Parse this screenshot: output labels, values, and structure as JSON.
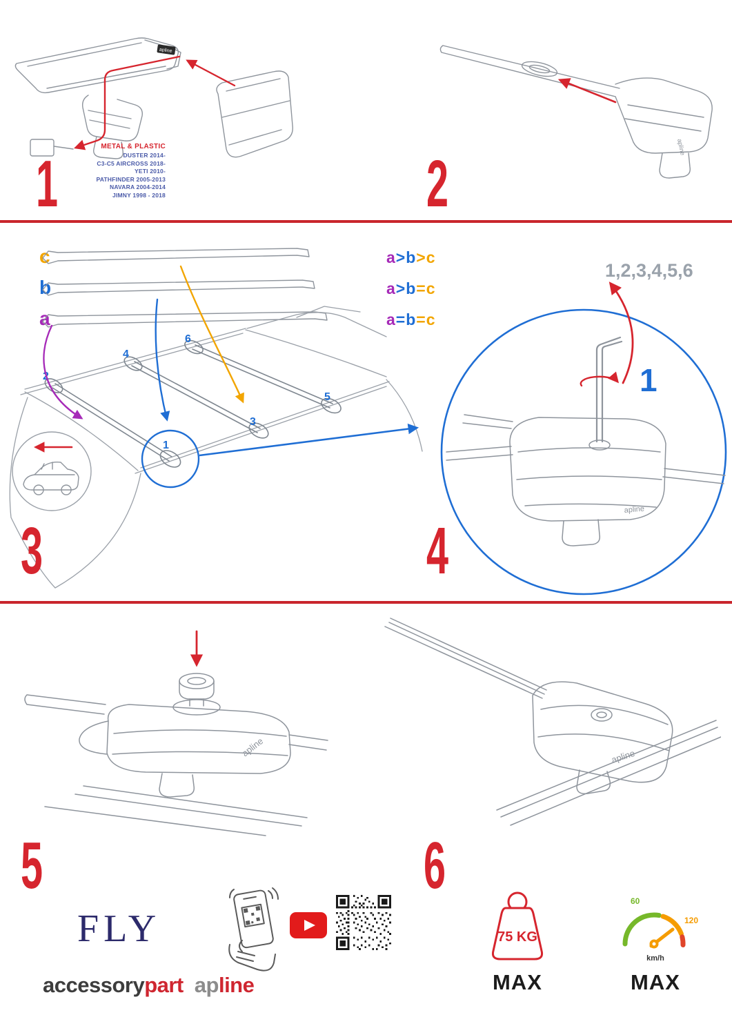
{
  "steps": [
    "1",
    "2",
    "3",
    "4",
    "5",
    "6"
  ],
  "panel1": {
    "material_label": "METAL & PLASTIC",
    "models": [
      "DUSTER 2014-",
      "C3-C5 AIRCROSS 2018-",
      "YETI 2010-",
      "PATHFINDER 2005-2013",
      "NAVARA 2004-2014",
      "JIMNY 1998 - 2018"
    ]
  },
  "panel3": {
    "bar_label_a": "a",
    "bar_label_b": "b",
    "bar_label_c": "c",
    "formulas": [
      {
        "a": "a",
        "op1": ">",
        "b": "b",
        "op2": ">",
        "c": "c"
      },
      {
        "a": "a",
        "op1": ">",
        "b": "b",
        "op2": "=",
        "c": "c"
      },
      {
        "a": "a",
        "op1": "=",
        "b": "b",
        "op2": "=",
        "c": "c"
      }
    ],
    "positions": [
      "1",
      "2",
      "3",
      "4",
      "5",
      "6"
    ]
  },
  "panel4": {
    "sequence_label": "1,2,3,4,5,6",
    "position_highlight": "1"
  },
  "brand": {
    "part_logo": "apline",
    "fly": "FLY",
    "accessory": "accessory",
    "part": "part",
    "ap": "ap",
    "line": "line"
  },
  "limits": {
    "weight_value": "75 KG",
    "weight_max": "MAX",
    "speed_low": "60",
    "speed_high": "120",
    "speed_unit": "km/h",
    "speed_max": "MAX"
  },
  "colors": {
    "accent_red": "#d6252e",
    "blue": "#1f6ed4",
    "purple": "#a62ab8",
    "orange": "#f2a500",
    "navy": "#2c2a6b",
    "line_gray": "#8e949c"
  }
}
